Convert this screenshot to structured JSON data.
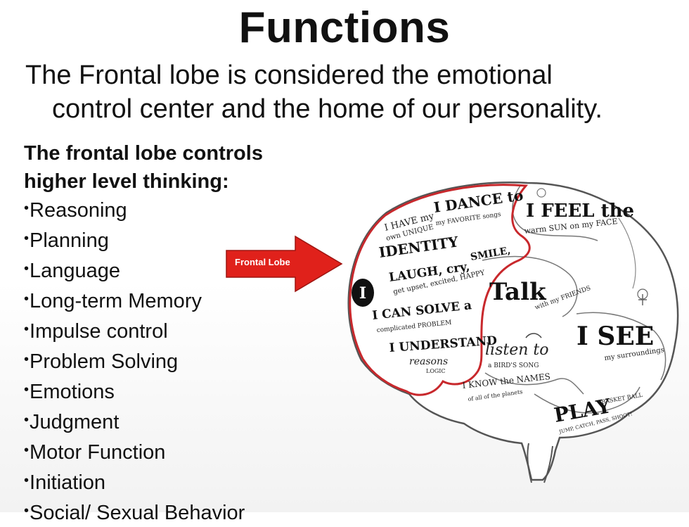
{
  "slide": {
    "title": "Functions",
    "subtitle_line1": "The Frontal lobe is considered the emotional",
    "subtitle_line2": "control center and the home of our personality.",
    "list_heading_line1": "The frontal lobe controls",
    "list_heading_line2": "higher level thinking:",
    "items": [
      "Reasoning",
      "Planning",
      "Language",
      "Long-term Memory",
      "Impulse control",
      "Problem Solving",
      "Emotions",
      "Judgment",
      "Motor Function",
      "Initiation",
      "Social/ Sexual Behavior"
    ]
  },
  "figure": {
    "arrow_label": "Frontal Lobe",
    "arrow_color": "#e0211b",
    "frontal_outline_color": "#c8282c",
    "brain_words": {
      "w1": "I HAVE my",
      "w2": "own UNIQUE",
      "w3": "IDENTITY",
      "w4": "I DANCE to",
      "w5": "my FAVORITE songs",
      "w6": "I",
      "w7": "LAUGH, cry,",
      "w8": "get upset, excited, HAPPY",
      "w9": "SMILE,",
      "w10": "I CAN SOLVE a",
      "w11": "complicated PROBLEM",
      "w12": "I UNDERSTAND",
      "w13": "reasons",
      "w14": "LOGIC",
      "w15": "I FEEL the",
      "w16": "warm SUN on my FACE",
      "w17": "Talk",
      "w18": "with my FRIENDS",
      "w19": "listen to",
      "w20": "a BIRD'S SONG",
      "w21": "I SEE",
      "w22": "my surroundings",
      "w23": "I KNOW the NAMES",
      "w24": "of all of the planets",
      "w25": "PLAY",
      "w26": "BASKET BALL",
      "w27": "JUMP, CATCH, PASS, SHOOT!"
    }
  }
}
